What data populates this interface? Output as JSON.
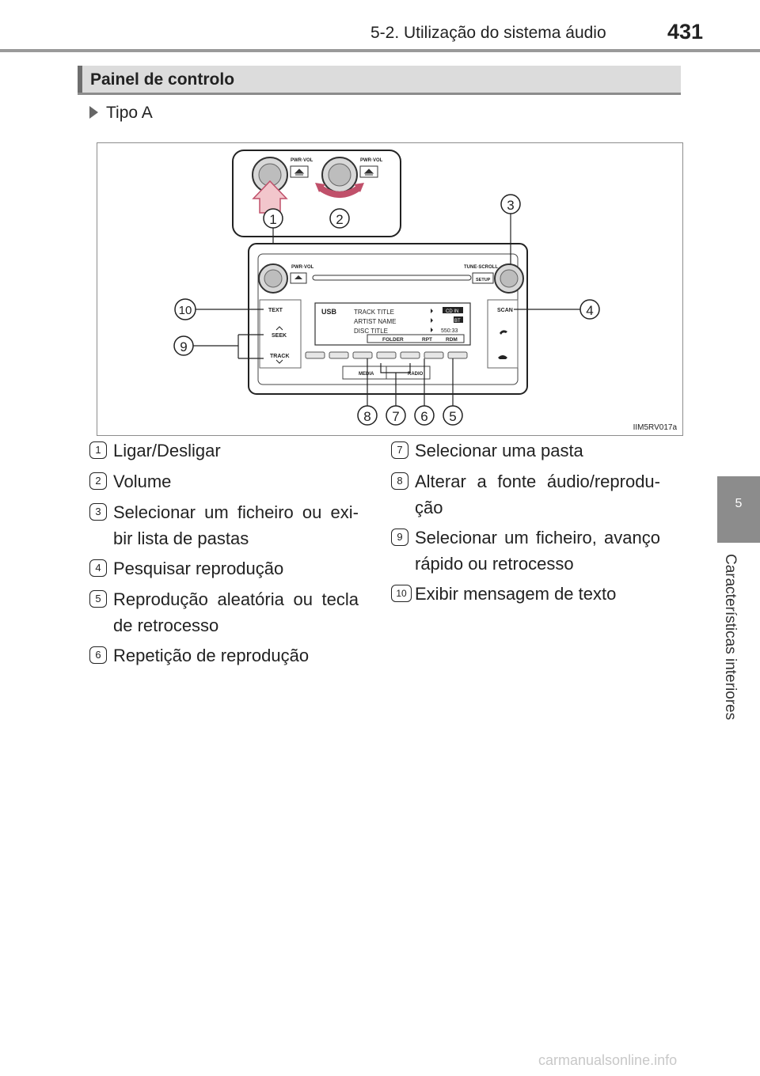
{
  "header": {
    "section_title": "5-2. Utilização do sistema áudio",
    "page_number": "431"
  },
  "side_tab": {
    "chapter_number": "5",
    "chapter_title": "Características interiores"
  },
  "section": {
    "title": "Painel de controlo",
    "subsection": "Tipo A"
  },
  "figure": {
    "code": "IIM5RV017a",
    "labels": {
      "pwr_vol": "PWR·VOL",
      "tune_scroll": "TUNE·SCROLL",
      "setup": "SETUP",
      "text": "TEXT",
      "seek": "SEEK",
      "track": "TRACK",
      "scan": "SCAN",
      "media": "MEDIA",
      "radio": "RADIO",
      "usb": "USB",
      "track_title": "TRACK TITLE",
      "artist_name": "ARTIST NAME",
      "disc_title": "DISC TITLE",
      "folder": "FOLDER",
      "rpt": "RPT",
      "rdm": "RDM",
      "cd_in": "CD IN",
      "bt": "BT",
      "time": "550:33"
    },
    "callouts": [
      "1",
      "2",
      "3",
      "4",
      "5",
      "6",
      "7",
      "8",
      "9",
      "10"
    ]
  },
  "legend": [
    {
      "num": "1",
      "text": "Ligar/Desligar"
    },
    {
      "num": "2",
      "text": "Volume"
    },
    {
      "num": "3",
      "text": "Selecionar um ficheiro ou exi-bir lista de pastas"
    },
    {
      "num": "4",
      "text": "Pesquisar reprodução"
    },
    {
      "num": "5",
      "text": "Reprodução aleatória ou tecla de retrocesso"
    },
    {
      "num": "6",
      "text": "Repetição de reprodução"
    },
    {
      "num": "7",
      "text": "Selecionar uma pasta"
    },
    {
      "num": "8",
      "text": "Alterar a fonte áudio/reprodu-ção"
    },
    {
      "num": "9",
      "text": "Selecionar um ficheiro, avanço rápido ou retrocesso"
    },
    {
      "num": "10",
      "text": "Exibir mensagem de texto"
    }
  ],
  "watermark": "carmanualsonline.info"
}
